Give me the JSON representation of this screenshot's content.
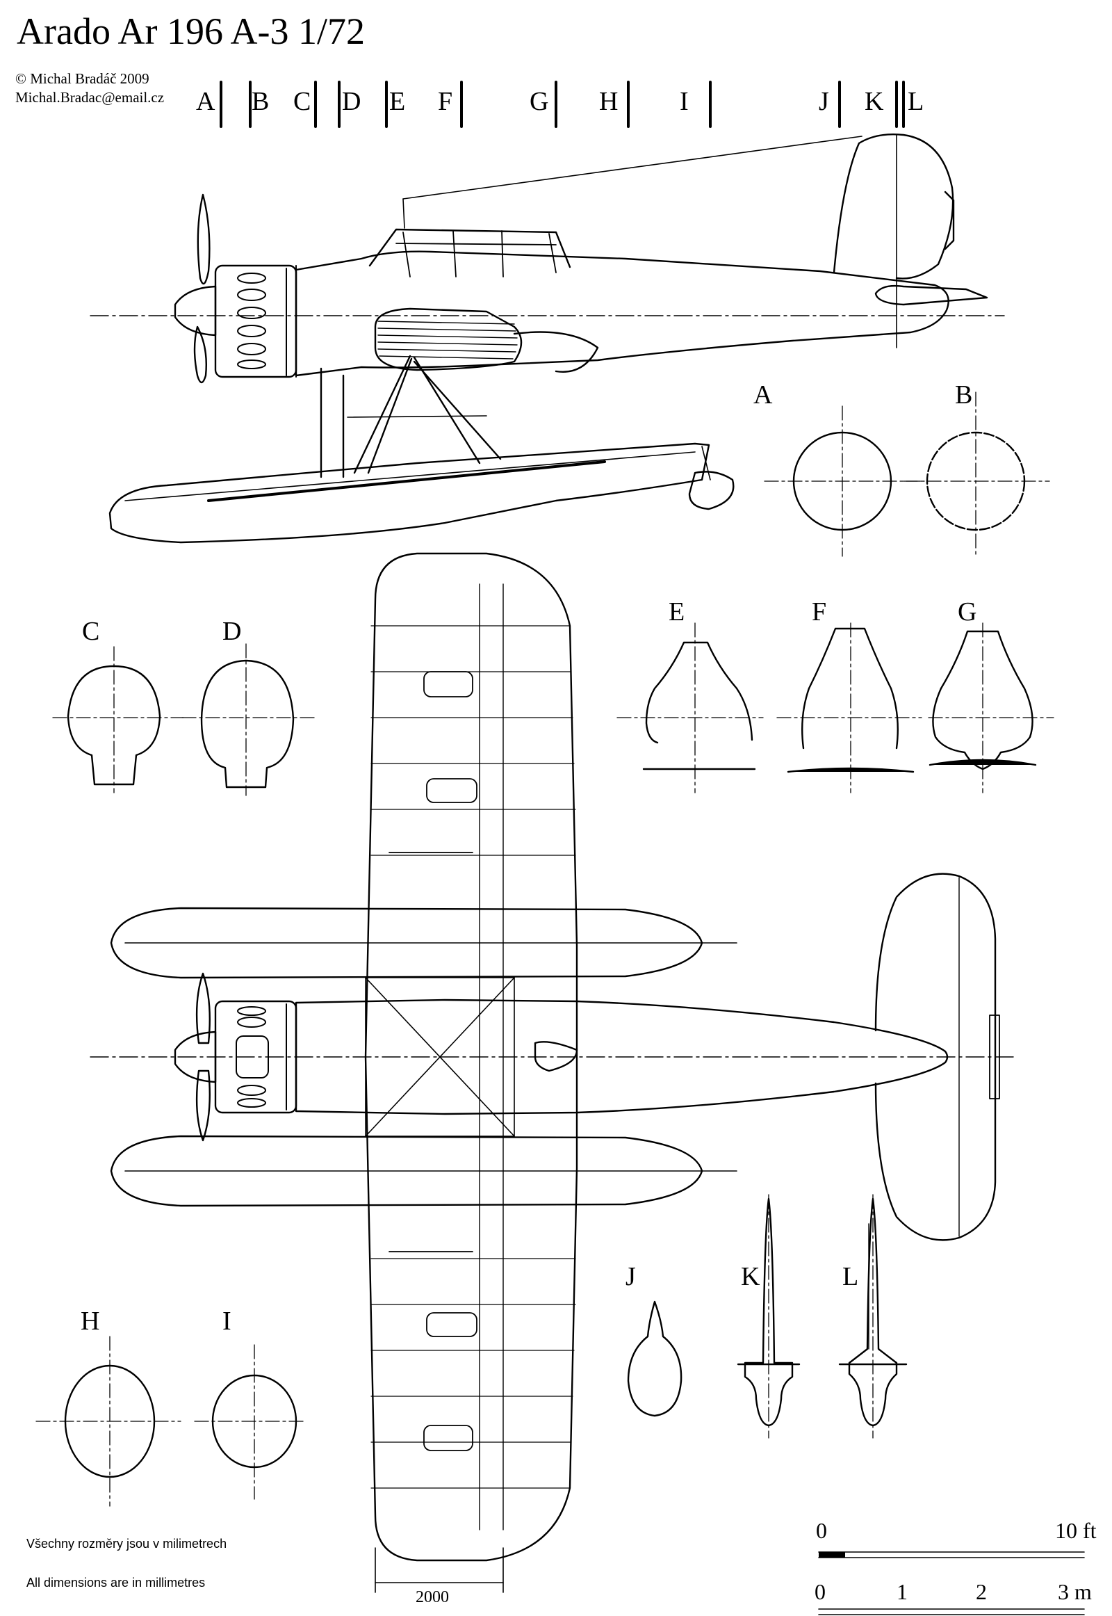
{
  "title": "Arado Ar 196 A-3   1/72",
  "copyright": "© Michal Bradáč 2009",
  "email": "Michal.Bradac@email.cz",
  "station_labels": [
    "A",
    "B",
    "C",
    "D",
    "E",
    "F",
    "G",
    "H",
    "I",
    "J",
    "K",
    "L"
  ],
  "section_labels": {
    "A": "A",
    "B": "B",
    "C": "C",
    "D": "D",
    "E": "E",
    "F": "F",
    "G": "G",
    "H": "H",
    "I": "I",
    "J": "J",
    "K": "K",
    "L": "L"
  },
  "span_dimension": "2000",
  "scale_ft": {
    "start": "0",
    "end": "10 ft"
  },
  "scale_m": {
    "ticks": [
      "0",
      "1",
      "2",
      "3 m"
    ]
  },
  "note_cz": "Všechny rozměry jsou v milimetrech",
  "note_en": "All dimensions are in millimetres"
}
